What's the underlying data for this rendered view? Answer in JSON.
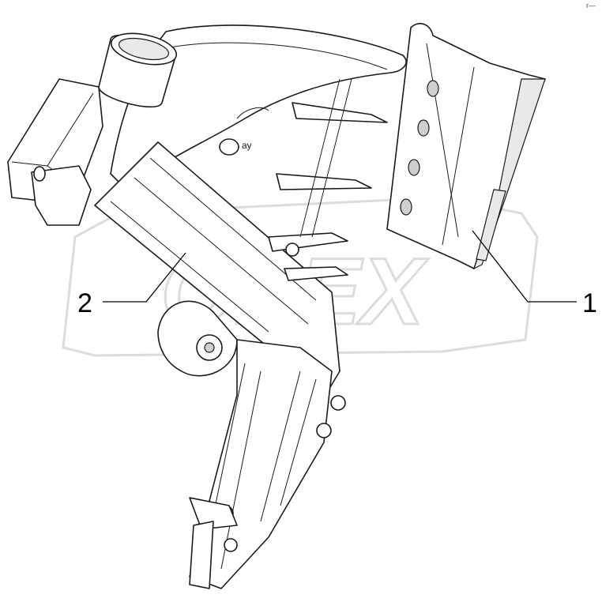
{
  "callouts": [
    {
      "id": "1",
      "label": "1"
    },
    {
      "id": "2",
      "label": "2"
    }
  ],
  "part_marking": "ау",
  "watermark_text": "OPEX",
  "corner_mark": "r—",
  "colors": {
    "line": "#1a1a1a",
    "watermark": "#dcdcdc",
    "shade": "#e9e9e9"
  }
}
